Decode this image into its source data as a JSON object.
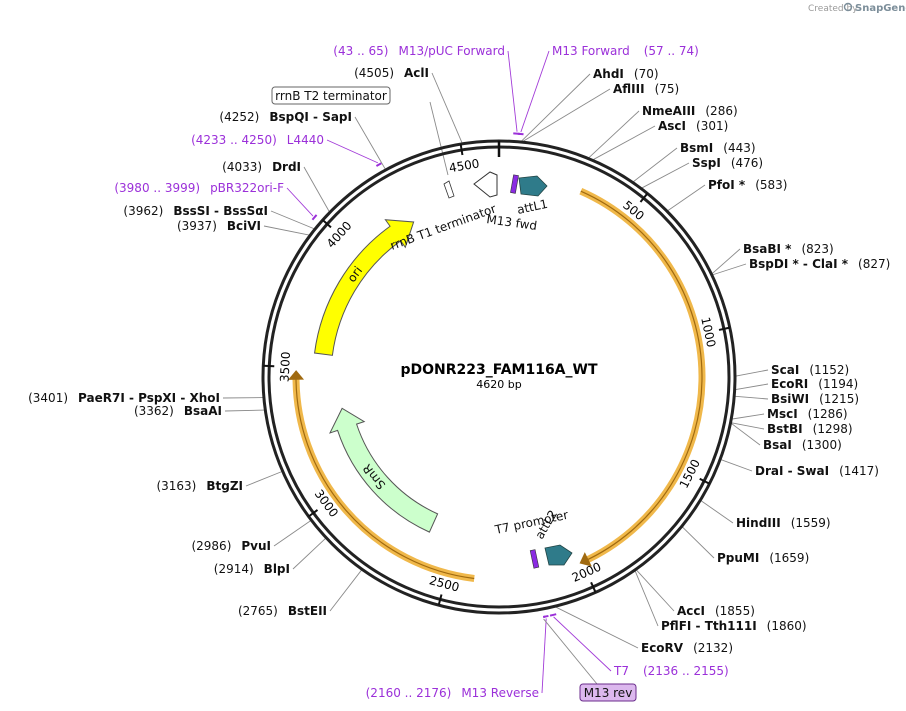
{
  "header": {
    "created_by": "Created by",
    "brand": "SnapGene"
  },
  "map": {
    "name": "pDONR223_FAM116A_WT",
    "length_label": "4620 bp",
    "total_bp": 4620
  },
  "ticks": [
    {
      "bp": 500,
      "label": "500"
    },
    {
      "bp": 1000,
      "label": "1000"
    },
    {
      "bp": 1500,
      "label": "1500"
    },
    {
      "bp": 2000,
      "label": "2000"
    },
    {
      "bp": 2500,
      "label": "2500"
    },
    {
      "bp": 3000,
      "label": "3000"
    },
    {
      "bp": 3500,
      "label": "3500"
    },
    {
      "bp": 4000,
      "label": "4000"
    },
    {
      "bp": 4500,
      "label": "4500"
    }
  ],
  "enzymes": [
    {
      "id": "AhdI",
      "name": "AhdI",
      "pos": "(70)",
      "bp": 70
    },
    {
      "id": "AflIII",
      "name": "AflIII",
      "pos": "(75)",
      "bp": 75
    },
    {
      "id": "NmeAIII",
      "name": "NmeAIII",
      "pos": "(286)",
      "bp": 286
    },
    {
      "id": "AscI",
      "name": "AscI",
      "pos": "(301)",
      "bp": 301
    },
    {
      "id": "BsmI",
      "name": "BsmI",
      "pos": "(443)",
      "bp": 443
    },
    {
      "id": "SspI",
      "name": "SspI",
      "pos": "(476)",
      "bp": 476
    },
    {
      "id": "PfoI",
      "name": "PfoI *",
      "pos": "(583)",
      "bp": 583
    },
    {
      "id": "BsaBI",
      "name": "BsaBI *",
      "pos": "(823)",
      "bp": 823
    },
    {
      "id": "BspDI",
      "name": "BspDI *  -  ClaI *",
      "pos": "(827)",
      "bp": 827
    },
    {
      "id": "ScaI",
      "name": "ScaI",
      "pos": "(1152)",
      "bp": 1152
    },
    {
      "id": "EcoRI",
      "name": "EcoRI",
      "pos": "(1194)",
      "bp": 1194
    },
    {
      "id": "BsiWI",
      "name": "BsiWI",
      "pos": "(1215)",
      "bp": 1215
    },
    {
      "id": "MscI",
      "name": "MscI",
      "pos": "(1286)",
      "bp": 1286
    },
    {
      "id": "BstBI",
      "name": "BstBI",
      "pos": "(1298)",
      "bp": 1298
    },
    {
      "id": "BsaI",
      "name": "BsaI",
      "pos": "(1300)",
      "bp": 1300
    },
    {
      "id": "DraI",
      "name": "DraI  -  SwaI",
      "pos": "(1417)",
      "bp": 1417
    },
    {
      "id": "HindIII",
      "name": "HindIII",
      "pos": "(1559)",
      "bp": 1559
    },
    {
      "id": "PpuMI",
      "name": "PpuMI",
      "pos": "(1659)",
      "bp": 1659
    },
    {
      "id": "AccI",
      "name": "AccI",
      "pos": "(1855)",
      "bp": 1855
    },
    {
      "id": "PflFI",
      "name": "PflFI  -  Tth111I",
      "pos": "(1860)",
      "bp": 1860
    },
    {
      "id": "EcoRV",
      "name": "EcoRV",
      "pos": "(2132)",
      "bp": 2132
    },
    {
      "id": "BstEII",
      "name": "BstEII",
      "pos": "(2765)",
      "bp": 2765
    },
    {
      "id": "BlpI",
      "name": "BlpI",
      "pos": "(2914)",
      "bp": 2914
    },
    {
      "id": "PvuI",
      "name": "PvuI",
      "pos": "(2986)",
      "bp": 2986
    },
    {
      "id": "BtgZI",
      "name": "BtgZI",
      "pos": "(3163)",
      "bp": 3163
    },
    {
      "id": "BsaAI",
      "name": "BsaAI",
      "pos": "(3362)",
      "bp": 3362
    },
    {
      "id": "XhoI",
      "name": "PaeR7I  -  PspXI  -  XhoI",
      "pos": "(3401)",
      "bp": 3401
    },
    {
      "id": "BciVI",
      "name": "BciVI",
      "pos": "(3937)",
      "bp": 3937
    },
    {
      "id": "BssSI",
      "name": "BssSI  -  BssSαI",
      "pos": "(3962)",
      "bp": 3962
    },
    {
      "id": "DrdI",
      "name": "DrdI",
      "pos": "(4033)",
      "bp": 4033
    },
    {
      "id": "SapI",
      "name": "BspQI  -  SapI",
      "pos": "(4252)",
      "bp": 4252
    },
    {
      "id": "AclI",
      "name": "AclI",
      "pos": "(4505)",
      "bp": 4505
    }
  ],
  "primers": [
    {
      "id": "M13pUC",
      "name": "M13/pUC Forward",
      "range": "(43 .. 65)",
      "start": 43,
      "end": 65
    },
    {
      "id": "M13Fwd",
      "name": "M13 Forward",
      "range": "(57 .. 74)",
      "start": 57,
      "end": 74
    },
    {
      "id": "L4440",
      "name": "L4440",
      "range": "(4233 .. 4250)",
      "start": 4233,
      "end": 4250
    },
    {
      "id": "pBR322oriF",
      "name": "pBR322ori-F",
      "range": "(3980 .. 3999)",
      "start": 3980,
      "end": 3999
    },
    {
      "id": "T7",
      "name": "T7",
      "range": "(2136 .. 2155)",
      "start": 2136,
      "end": 2155
    },
    {
      "id": "M13Rev",
      "name": "M13 Reverse",
      "range": "(2160 .. 2176)",
      "start": 2160,
      "end": 2176
    },
    {
      "id": "M13revBox",
      "name": "M13 rev",
      "range": "",
      "start": 2170,
      "end": 2176
    }
  ],
  "features": {
    "rrnB_T2": "rrnB T2 terminator",
    "rrnB_T1": "rrnB T1 terminator",
    "attL1": "attL1",
    "m13fwd": "M13 fwd",
    "ori": "ori",
    "smr": "SmR",
    "t7promoter": "T7 promoter",
    "attL2": "attL2"
  },
  "colors": {
    "backbone": "#222222",
    "insert_fill": "#fff3d6",
    "insert_stroke": "#f0b84a",
    "ori_fill": "#ffff00",
    "smr_fill": "#ccffcc",
    "att_fill": "#2f7b8a",
    "primer": "#9b30d9"
  }
}
